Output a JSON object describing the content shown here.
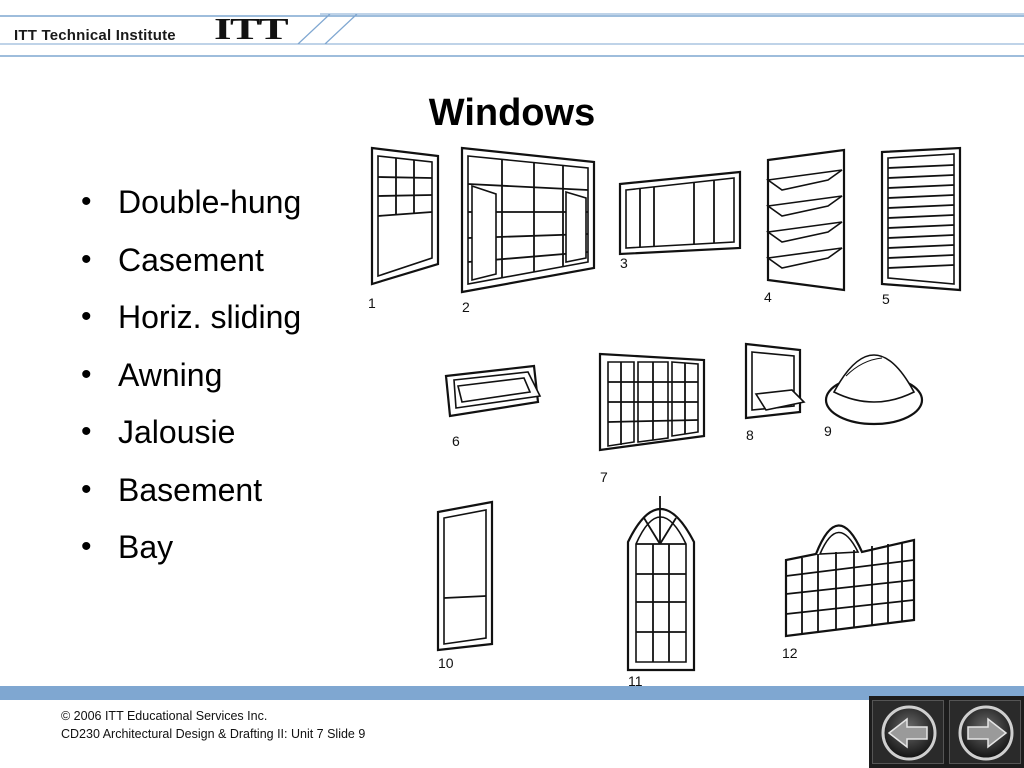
{
  "header": {
    "brand_name": "ITT Technical Institute",
    "brand_logo": "ITT"
  },
  "slide": {
    "title": "Windows",
    "bullets": [
      "Double-hung",
      "Casement",
      "Horiz. sliding",
      "Awning",
      "Jalousie",
      "Basement",
      "Bay"
    ],
    "figure_labels": [
      "1",
      "2",
      "3",
      "4",
      "5",
      "6",
      "7",
      "8",
      "9",
      "10",
      "11",
      "12"
    ]
  },
  "footer": {
    "copyright": "© 2006 ITT Educational Services Inc.",
    "course": "CD230 Architectural Design & Drafting II: Unit 7 Slide 9"
  },
  "nav": {
    "prev_icon": "arrow-left-icon",
    "next_icon": "arrow-right-icon"
  },
  "colors": {
    "footer_bar": "#7fa7d1",
    "header_lines": "#7fa7d1",
    "nav_background": "#1c1c1c"
  }
}
